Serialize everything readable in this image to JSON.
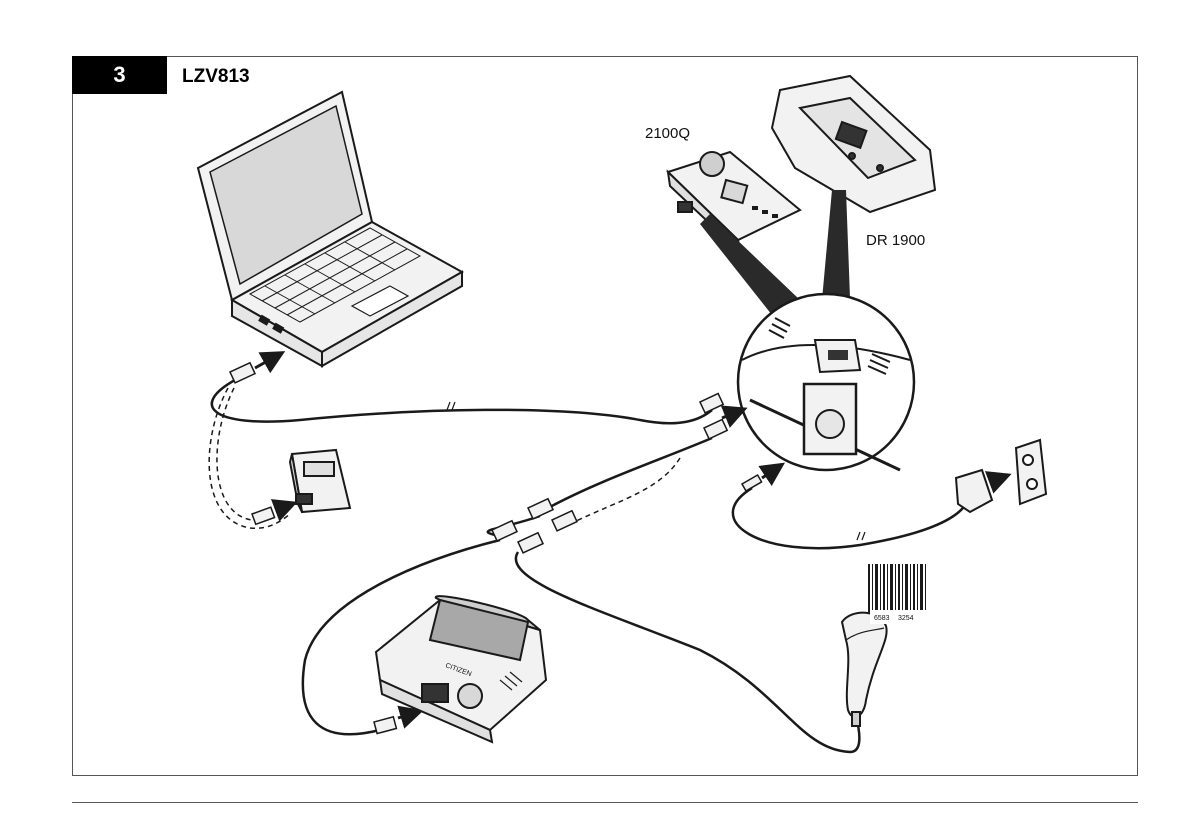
{
  "figure": {
    "step_number": "3",
    "title": "LZV813",
    "labels": {
      "meter_2100q": "2100Q",
      "meter_dr1900": "DR 1900",
      "barcode_left": "6583",
      "barcode_right": "3254"
    },
    "printer_brand": "CITIZEN",
    "colors": {
      "ink": "#1a1a1a",
      "shade": "#333333",
      "device_fill": "#f2f2f2",
      "screen_fill": "#d8d8d8",
      "step_box": "#000000"
    }
  }
}
